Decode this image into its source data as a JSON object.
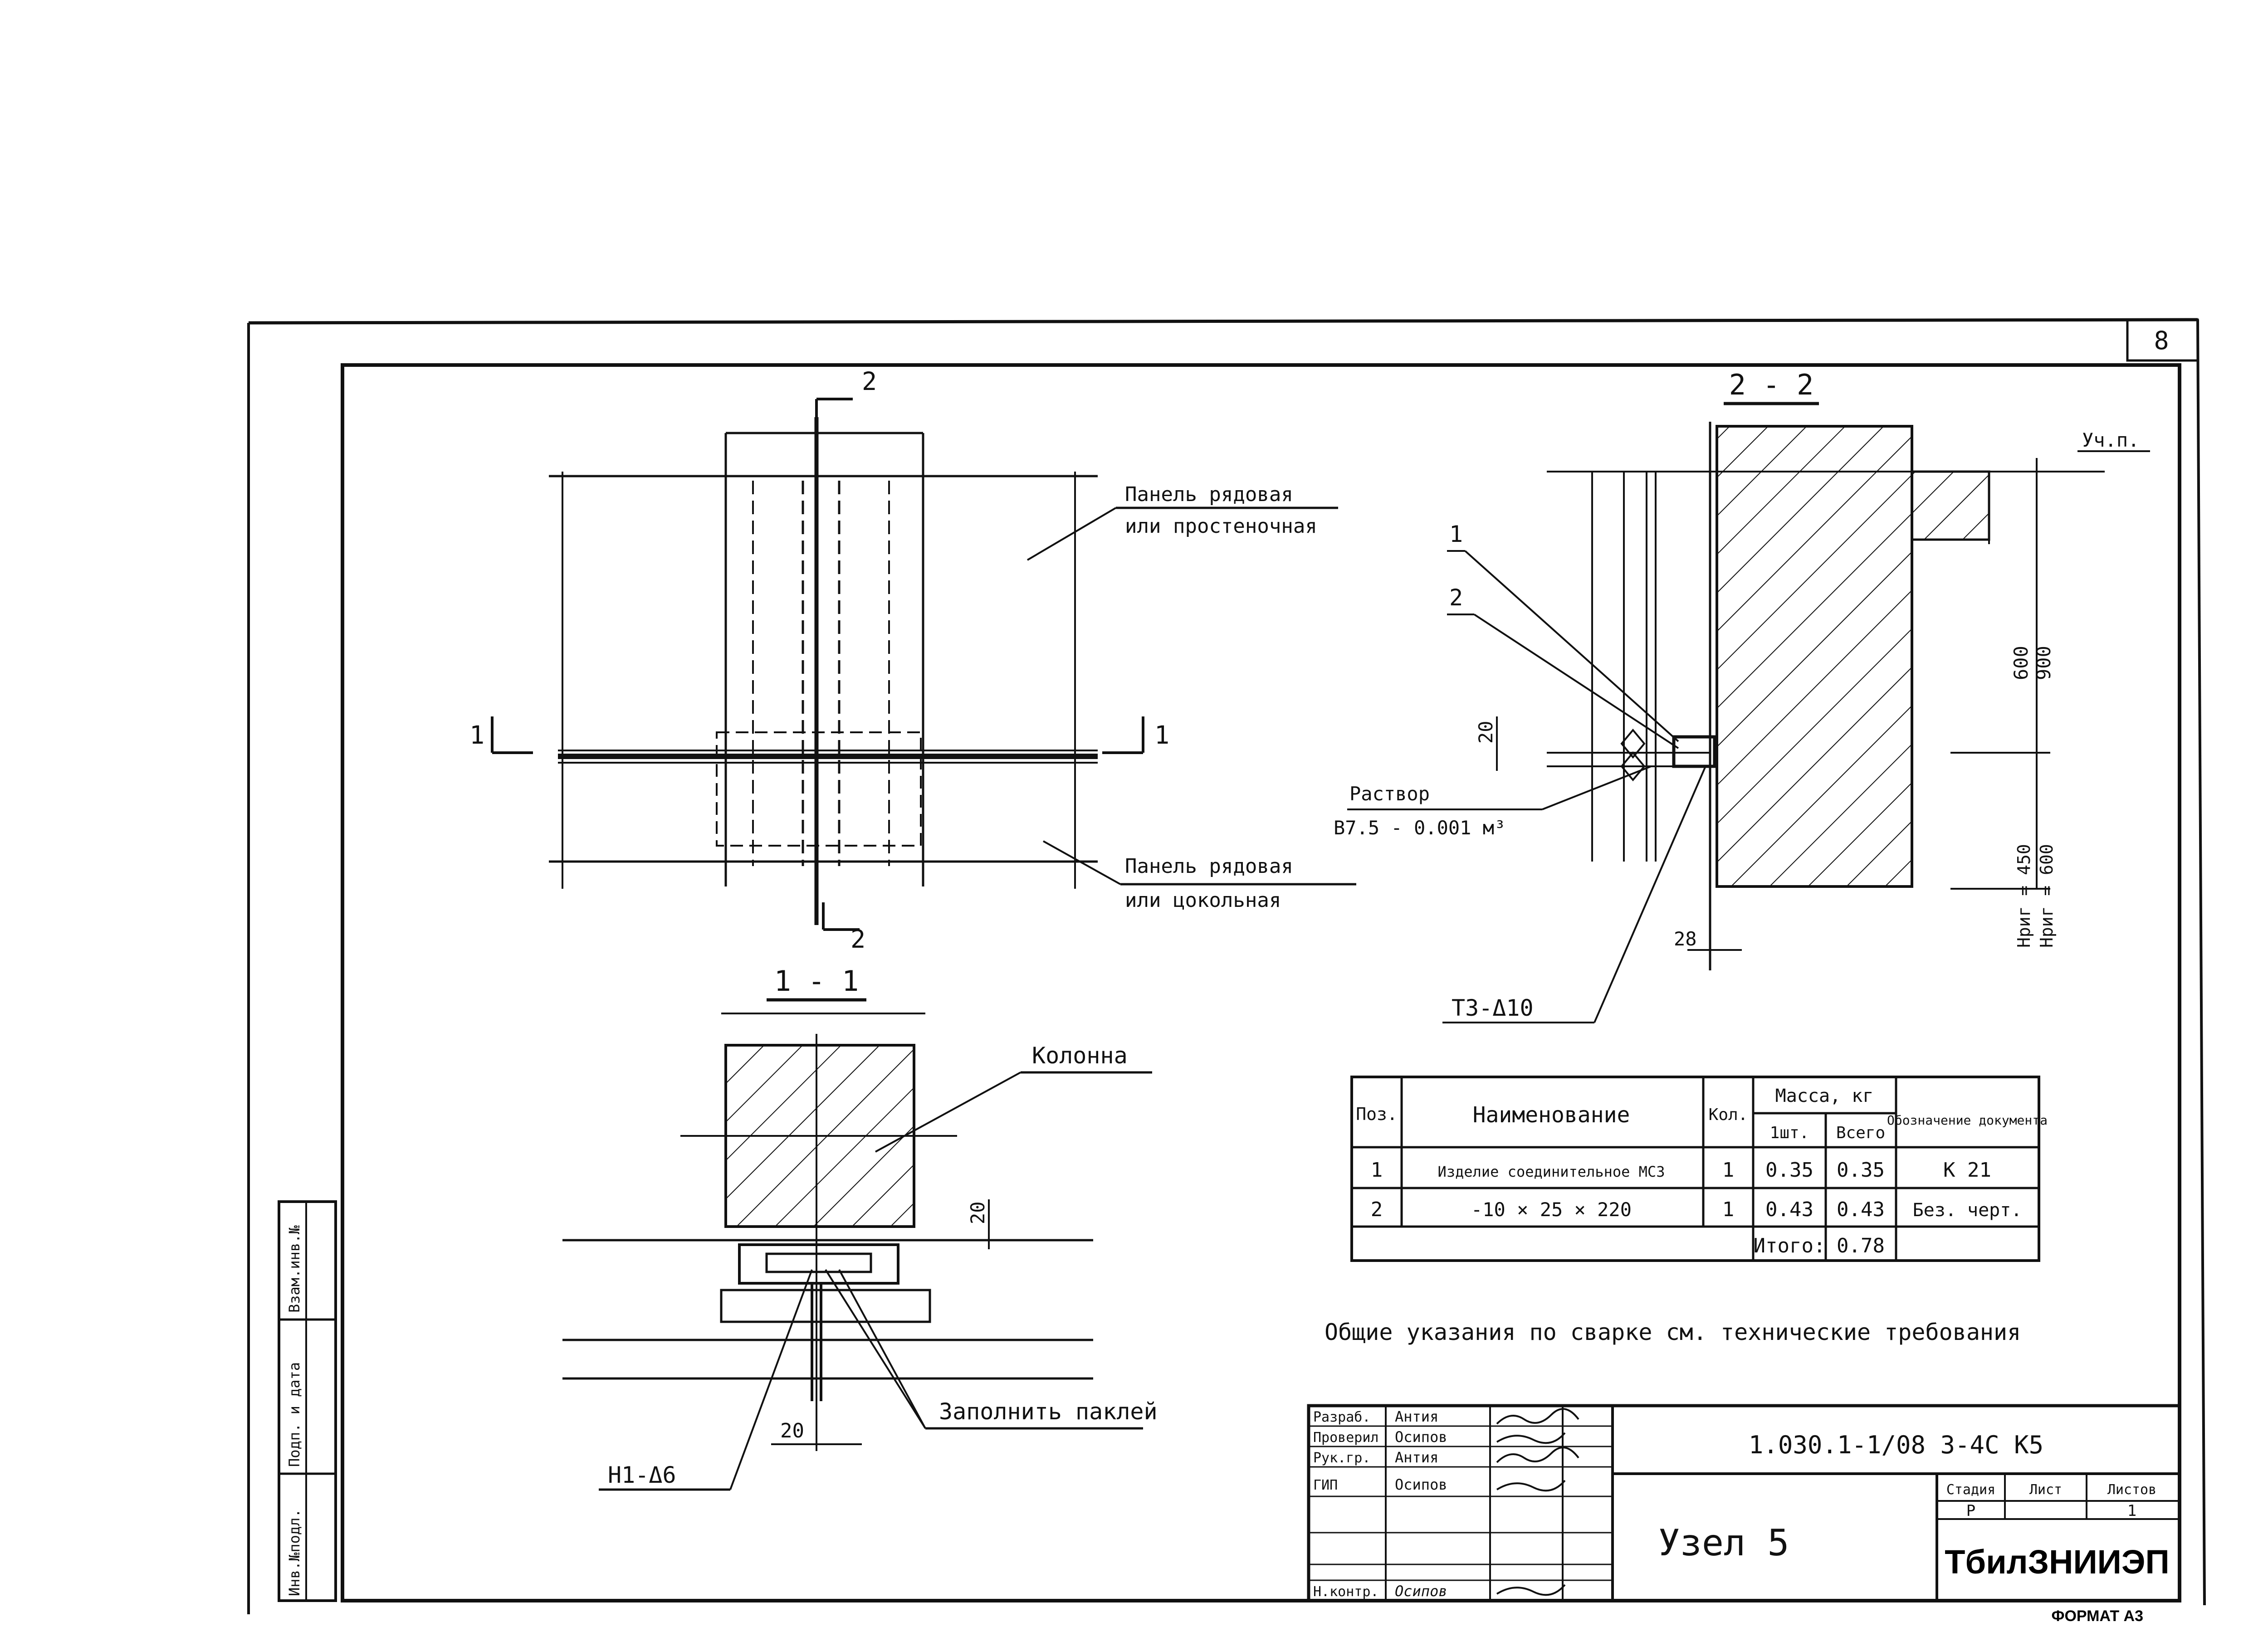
{
  "sheet_number": "8",
  "views": {
    "plan": {
      "section_cut_2_top": "2",
      "section_cut_2_bottom": "2",
      "section_cut_1_left": "1",
      "section_cut_1_right": "1",
      "note_upper_line1": "Панель рядовая",
      "note_upper_line2": "или простеночная",
      "note_lower_line1": "Панель рядовая",
      "note_lower_line2": "или цокольная"
    },
    "section_2_2": {
      "title": "2 - 2",
      "pos_1": "1",
      "pos_2": "2",
      "dim_20": "20",
      "dim_28": "28",
      "mortar_line1": "Раствор",
      "mortar_line2": "В7.5 - 0.001 м³",
      "weld_label": "Т3-Δ10",
      "level_mark": "Уч.п.",
      "dim_600": "600",
      "dim_900": "900",
      "h_ryg_450": "Нриг = 450",
      "h_ryg_600": "Нриг = 600"
    },
    "section_1_1": {
      "title": "1 - 1",
      "column_label": "Колонна",
      "dim_20_a": "20",
      "dim_20_b": "20",
      "fill_note": "Заполнить паклей",
      "weld_label": "Н1-Δ6"
    }
  },
  "spec_table": {
    "headers": {
      "pos": "Поз.",
      "name": "Наименование",
      "qty": "Кол.",
      "mass": "Масса, кг",
      "mass_unit": "1шт.",
      "mass_total": "Всего",
      "doc": "Обозначение документа"
    },
    "rows": [
      {
        "pos": "1",
        "name": "Изделие соединительное МС3",
        "qty": "1",
        "unit": "0.35",
        "total": "0.35",
        "doc": "К 21"
      },
      {
        "pos": "2",
        "name": "-10 × 25 × 220",
        "qty": "1",
        "unit": "0.43",
        "total": "0.43",
        "doc": "Без. черт."
      }
    ],
    "total_label": "Итого:",
    "total_value": "0.78"
  },
  "welding_note": "Общие указания по сварке см. технические требования",
  "side_stamp": {
    "inv_podl": "Инв.№подл.",
    "podp_data": "Подп. и дата",
    "vzam_inv": "Взам.инв.№"
  },
  "title_block": {
    "roles": [
      "Разраб.",
      "Проверил",
      "Рук.гр.",
      "ГИП",
      "",
      "",
      "Н.контр."
    ],
    "names": [
      "Антия",
      "Осипов",
      "Антия",
      "Осипов",
      "",
      "",
      "Осипов"
    ],
    "doc_code": "1.030.1-1/08 3-4С К5",
    "sheet_title": "Узел 5",
    "stage_label": "Стадия",
    "sheet_label": "Лист",
    "sheets_label": "Листов",
    "stage_value": "Р",
    "sheets_value": "1",
    "organization": "ТбилЗНИИЭП",
    "format": "ФОРМАТ А3"
  }
}
